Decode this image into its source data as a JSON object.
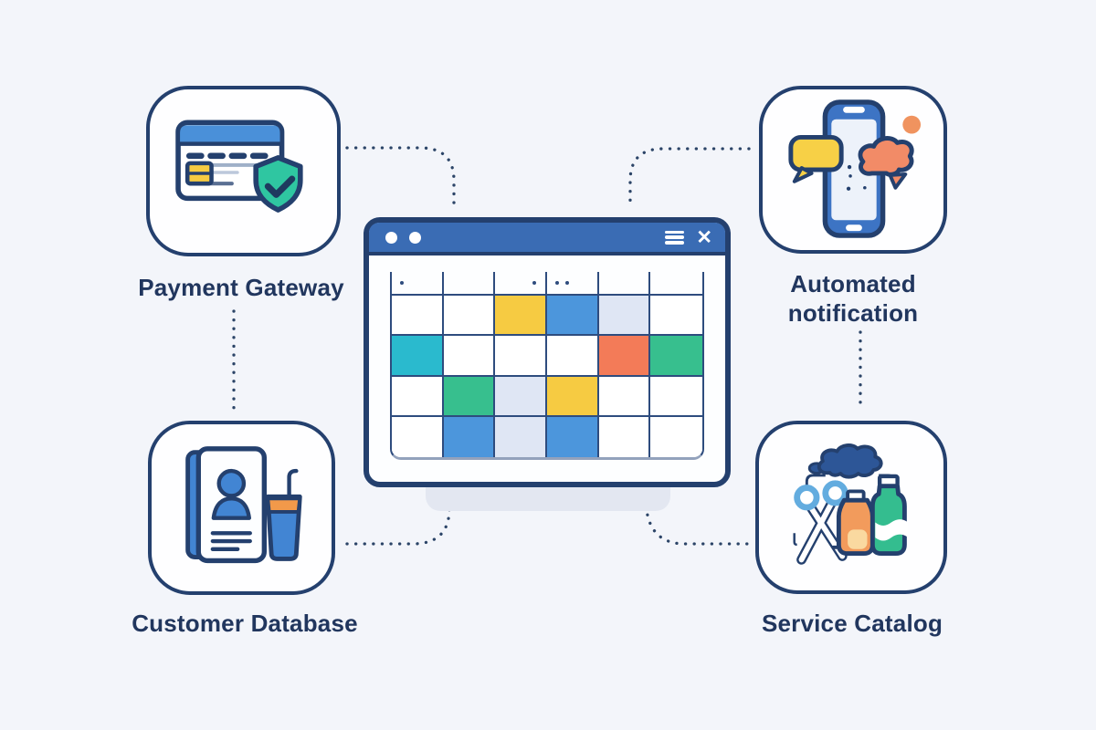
{
  "colors": {
    "background": "#F3F5FA",
    "navy_outline": "#24406E",
    "label_text": "#21365E",
    "titlebar_blue": "#3A6CB4",
    "shield_green": "#2FC6A1",
    "bubble_yellow": "#F7D046",
    "bubble_orange": "#F28B67",
    "cell_white": "#FFFFFF",
    "cell_yellow": "#F6CB42",
    "cell_blue": "#4C96DC",
    "cell_lavender": "#DFE6F4",
    "cell_teal": "#2ABACE",
    "cell_orange": "#F37B58",
    "cell_green": "#37BF8E"
  },
  "nodes": {
    "payment": {
      "label": "Payment Gateway",
      "icon": "credit-card-shield-icon"
    },
    "notification": {
      "label": "Automated notification",
      "icon": "phone-chat-icon"
    },
    "customer": {
      "label": "Customer Database",
      "icon": "id-card-cup-icon"
    },
    "service": {
      "label": "Service Catalog",
      "icon": "scissors-bottles-icon"
    }
  },
  "window": {
    "titlebar": {
      "dot_count": 2,
      "icons": [
        "hamburger-icon",
        "close-icon"
      ],
      "close_glyph": "✕"
    },
    "calendar": {
      "columns": 6,
      "header_marks": [
        1,
        0,
        1,
        2,
        0,
        0
      ],
      "rows": [
        [
          "white",
          "white",
          "yellow",
          "blue",
          "lavender",
          "white"
        ],
        [
          "teal",
          "white",
          "white",
          "white",
          "orange",
          "green"
        ],
        [
          "white",
          "green",
          "lavender",
          "yellow",
          "white",
          "white"
        ],
        [
          "white",
          "blue",
          "lavender",
          "blue",
          "white",
          "white"
        ]
      ]
    }
  },
  "connectors": {
    "style": "dotted",
    "links": [
      "payment-to-window",
      "notification-to-window",
      "payment-to-customer",
      "notification-to-service",
      "customer-to-window",
      "window-to-service"
    ]
  }
}
